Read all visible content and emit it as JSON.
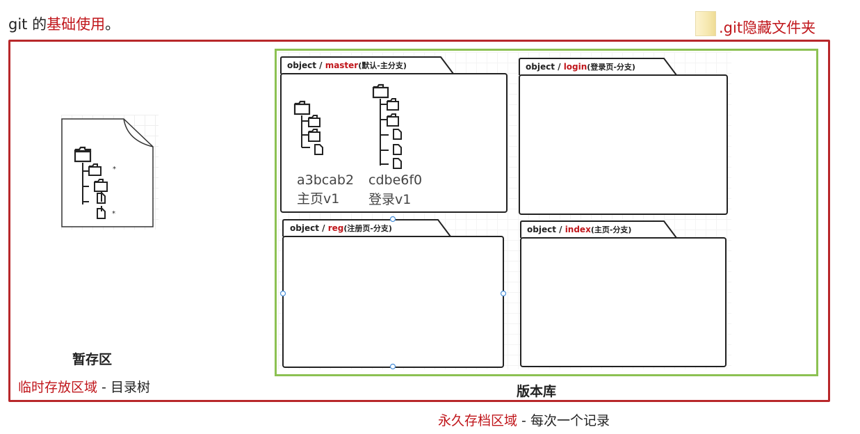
{
  "title": {
    "prefix": "git 的",
    "highlight": "基础使用",
    "suffix": "。"
  },
  "git_folder": {
    "label": ".git隐藏文件夹"
  },
  "staging": {
    "label": "暂存区",
    "caption_highlight": "临时存放区域",
    "caption_sep": " - ",
    "caption_rest": "目录树",
    "marks": [
      "*",
      "*"
    ]
  },
  "repository": {
    "label": "版本库",
    "caption_highlight": "永久存档区域",
    "caption_sep": " - ",
    "caption_rest": "每次一个记录",
    "branches": [
      {
        "prefix": "object / ",
        "name": "master",
        "desc": "(默认-主分支)"
      },
      {
        "prefix": "object / ",
        "name": "login",
        "desc": "(登录页-分支)"
      },
      {
        "prefix": "object / ",
        "name": "reg",
        "desc": "(注册页-分支)"
      },
      {
        "prefix": "object / ",
        "name": "index",
        "desc": "(主页-分支)"
      }
    ],
    "commits": [
      {
        "hash": "a3bcab2",
        "message": "主页v1"
      },
      {
        "hash": "cdbe6f0",
        "message": "登录v1"
      }
    ]
  },
  "colors": {
    "accent_red": "#c0161b",
    "border_red": "#b8282b",
    "green": "#8cc152"
  },
  "icons": [
    "folder-icon",
    "file-icon",
    "document-icon"
  ]
}
